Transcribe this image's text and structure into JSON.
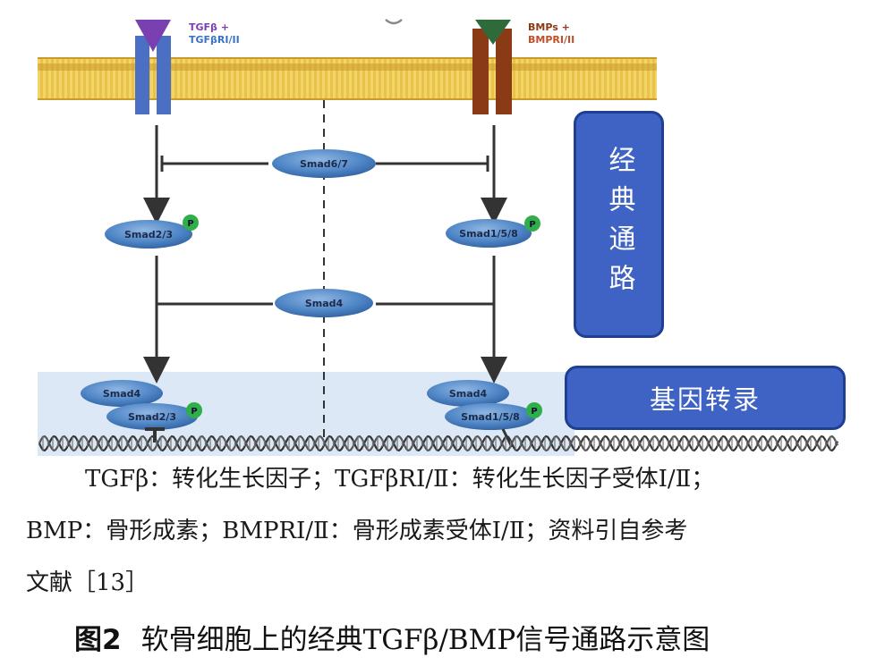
{
  "diagram": {
    "ligand_left_label_1": "TGFβ +",
    "ligand_left_label_2": "TGFβRI/II",
    "ligand_right_label_1": "BMPs +",
    "ligand_right_label_2": "BMPRI/II",
    "smad67": "Smad6/7",
    "smad23": "Smad2/3",
    "smad158": "Smad1/5/8",
    "smad4": "Smad4",
    "phospho": "P",
    "box_classic": "经典通路",
    "box_gene": "基因转录",
    "colors": {
      "membrane": "#e9c24a",
      "tgf_receptor": "#4a6fc3",
      "tgf_ligand": "#7a3fb0",
      "bmp_receptor": "#8a3a14",
      "bmp_ligand": "#2f6b3a",
      "smad": "#4f86c6",
      "nucleus": "#dce8f6",
      "box": "#3e63c4"
    }
  },
  "caption": {
    "line1": "TGFβ：转化生长因子；TGFβRⅠ/Ⅱ：转化生长因子受体Ⅰ/Ⅱ；",
    "line2": "BMP：骨形成素；BMPRⅠ/Ⅱ：骨形成素受体Ⅰ/Ⅱ；资料引自参考",
    "line3": "文献［13］"
  },
  "figure": {
    "number": "图2",
    "title": "软骨细胞上的经典TGFβ/BMP信号通路示意图"
  }
}
